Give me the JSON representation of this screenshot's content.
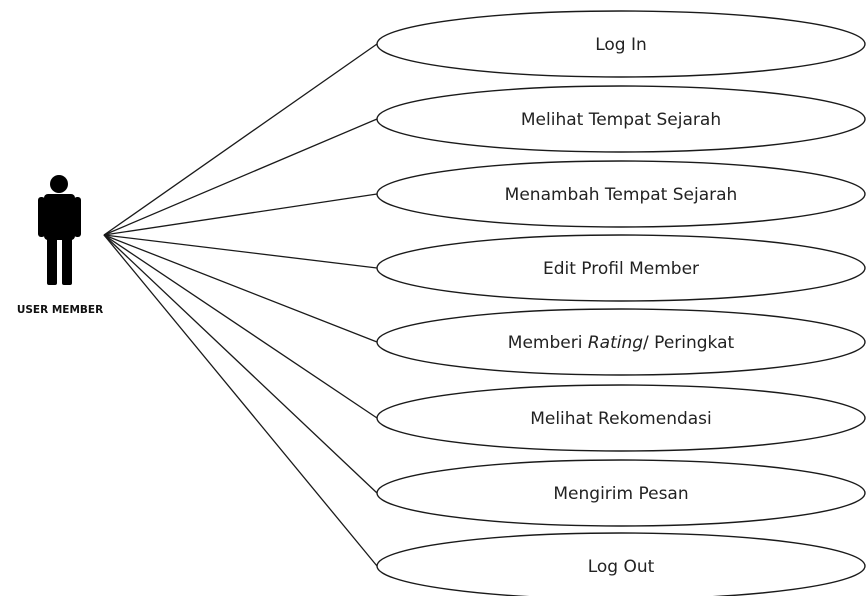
{
  "actor": {
    "label": "USER MEMBER",
    "icon": "person-icon"
  },
  "use_cases": [
    {
      "id": "log-in",
      "segments": [
        {
          "text": "Log In",
          "italic": false
        }
      ]
    },
    {
      "id": "melihat-tempat-sejarah",
      "segments": [
        {
          "text": "Melihat Tempat Sejarah",
          "italic": false
        }
      ]
    },
    {
      "id": "menambah-tempat-sejarah",
      "segments": [
        {
          "text": "Menambah Tempat Sejarah",
          "italic": false
        }
      ]
    },
    {
      "id": "edit-profil-member",
      "segments": [
        {
          "text": "Edit Profil Member",
          "italic": false
        }
      ]
    },
    {
      "id": "memberi-rating",
      "segments": [
        {
          "text": "Memberi ",
          "italic": false
        },
        {
          "text": "Rating",
          "italic": true
        },
        {
          "text": "/ Peringkat",
          "italic": false
        }
      ]
    },
    {
      "id": "melihat-rekomendasi",
      "segments": [
        {
          "text": "Melihat Rekomendasi",
          "italic": false
        }
      ]
    },
    {
      "id": "mengirim-pesan",
      "segments": [
        {
          "text": "Mengirim Pesan",
          "italic": false
        }
      ]
    },
    {
      "id": "log-out",
      "segments": [
        {
          "text": "Log Out",
          "italic": false
        }
      ]
    }
  ]
}
